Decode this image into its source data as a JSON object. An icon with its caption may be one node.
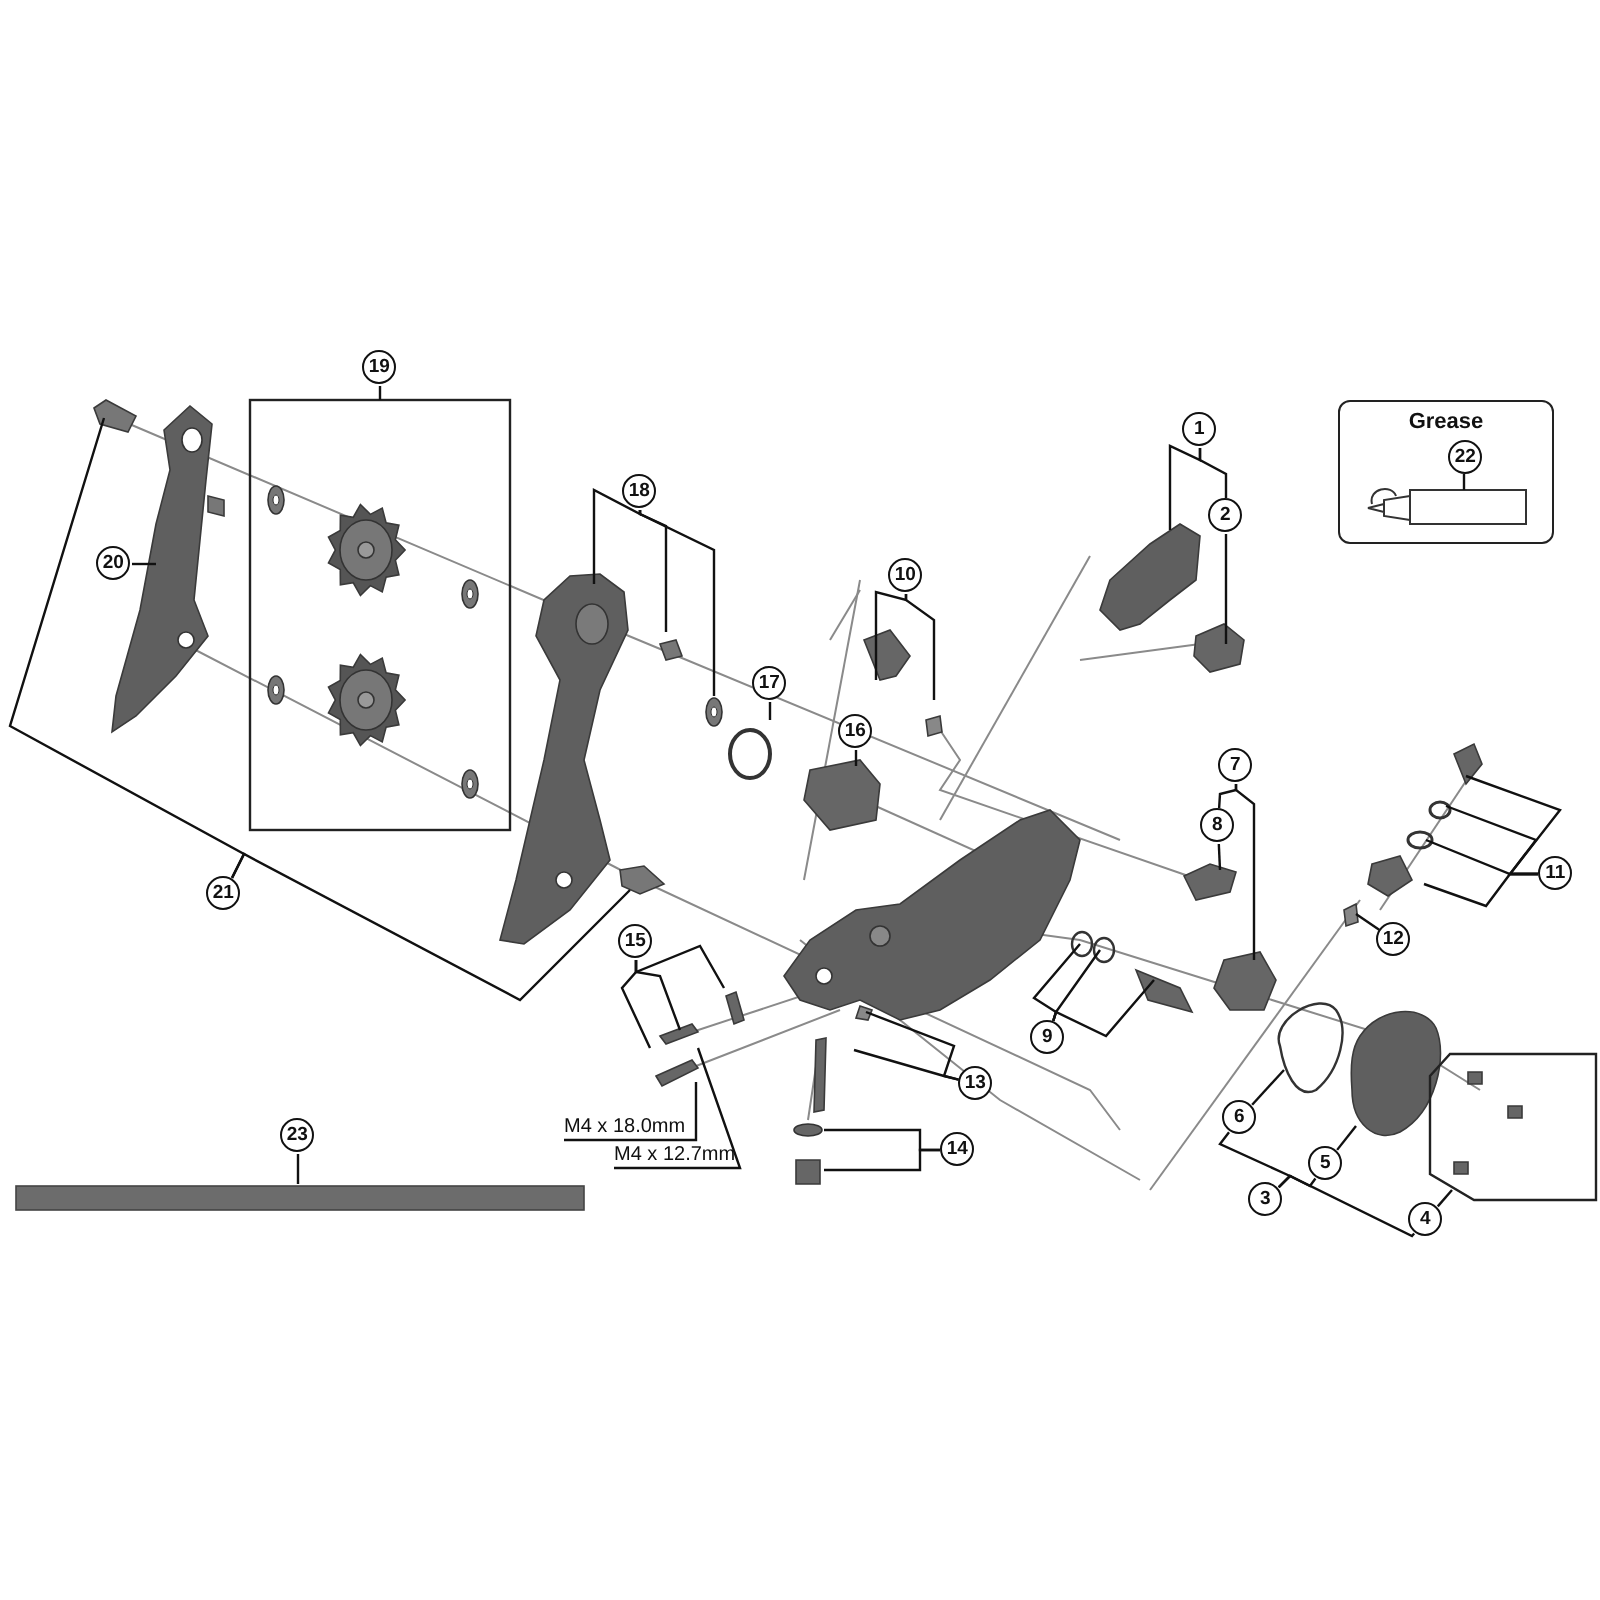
{
  "diagram": {
    "nodes": [
      {
        "text": [
          "19"
        ]
      },
      {
        "text": [
          "1"
        ]
      },
      {
        "text": [
          "Grease"
        ]
      },
      {
        "text": [
          "22"
        ],
        "in": 2
      },
      {
        "text": [
          "2"
        ]
      },
      {
        "text": [
          "18"
        ]
      },
      {
        "text": [
          "20"
        ]
      },
      {
        "text": [
          "10"
        ]
      },
      {
        "text": [
          "17"
        ]
      },
      {
        "text": [
          "16"
        ]
      },
      {
        "text": [
          "7"
        ]
      },
      {
        "text": [
          "8"
        ]
      },
      {
        "text": [
          "11"
        ]
      },
      {
        "text": [
          "21"
        ]
      },
      {
        "text": [
          "12"
        ]
      },
      {
        "text": [
          "15"
        ]
      },
      {
        "text": [
          "9"
        ]
      },
      {
        "text": [
          "13"
        ]
      },
      {
        "text": [
          "M4 x 18.0mm"
        ]
      },
      {
        "text": [
          "M4 x 12.7mm"
        ]
      },
      {
        "text": [
          "6"
        ]
      },
      {
        "text": [
          "14"
        ]
      },
      {
        "text": [
          "5"
        ]
      },
      {
        "text": [
          "23"
        ]
      },
      {
        "text": [
          "3"
        ]
      },
      {
        "text": [
          "4"
        ]
      }
    ],
    "edges": [
      {
        "from": 0,
        "to": null,
        "arrow": "none"
      },
      {
        "from": 1,
        "to": null,
        "arrow": "none"
      },
      {
        "from": 1,
        "to": 4,
        "arrow": "none"
      },
      {
        "from": 4,
        "to": null,
        "arrow": "none"
      },
      {
        "from": 3,
        "to": null,
        "arrow": "none"
      },
      {
        "from": 5,
        "to": null,
        "arrow": "none"
      },
      {
        "from": 5,
        "to": null,
        "arrow": "none"
      },
      {
        "from": 5,
        "to": null,
        "arrow": "none"
      },
      {
        "from": 6,
        "to": null,
        "arrow": "none"
      },
      {
        "from": 7,
        "to": null,
        "arrow": "none"
      },
      {
        "from": 7,
        "to": null,
        "arrow": "none"
      },
      {
        "from": 8,
        "to": null,
        "arrow": "none"
      },
      {
        "from": 9,
        "to": null,
        "arrow": "none"
      },
      {
        "from": 10,
        "to": 11,
        "arrow": "none"
      },
      {
        "from": 10,
        "to": null,
        "arrow": "none"
      },
      {
        "from": 11,
        "to": null,
        "arrow": "none"
      },
      {
        "from": 12,
        "to": null,
        "arrow": "none"
      },
      {
        "from": 12,
        "to": null,
        "arrow": "none"
      },
      {
        "from": 12,
        "to": null,
        "arrow": "none"
      },
      {
        "from": 12,
        "to": null,
        "arrow": "none"
      },
      {
        "from": 13,
        "to": null,
        "arrow": "none"
      },
      {
        "from": 13,
        "to": null,
        "arrow": "none"
      },
      {
        "from": 14,
        "to": null,
        "arrow": "none"
      },
      {
        "from": 15,
        "to": null,
        "arrow": "none"
      },
      {
        "from": 15,
        "to": null,
        "arrow": "none"
      },
      {
        "from": 15,
        "to": null,
        "arrow": "none"
      },
      {
        "from": 16,
        "to": null,
        "arrow": "none"
      },
      {
        "from": 16,
        "to": null,
        "arrow": "none"
      },
      {
        "from": 16,
        "to": null,
        "arrow": "none"
      },
      {
        "from": 17,
        "to": null,
        "arrow": "none"
      },
      {
        "from": 17,
        "to": null,
        "arrow": "none"
      },
      {
        "from": 18,
        "to": null,
        "arrow": "none"
      },
      {
        "from": 19,
        "to": null,
        "arrow": "none"
      },
      {
        "from": 20,
        "to": null,
        "arrow": "none"
      },
      {
        "from": 21,
        "to": null,
        "arrow": "none"
      },
      {
        "from": 21,
        "to": null,
        "arrow": "none"
      },
      {
        "from": 22,
        "to": null,
        "arrow": "none"
      },
      {
        "from": 23,
        "to": null,
        "arrow": "none"
      },
      {
        "from": 24,
        "to": 20,
        "arrow": "none"
      },
      {
        "from": 24,
        "to": 22,
        "arrow": "none"
      },
      {
        "from": 24,
        "to": 25,
        "arrow": "none"
      },
      {
        "from": 25,
        "to": null,
        "arrow": "none"
      }
    ]
  }
}
